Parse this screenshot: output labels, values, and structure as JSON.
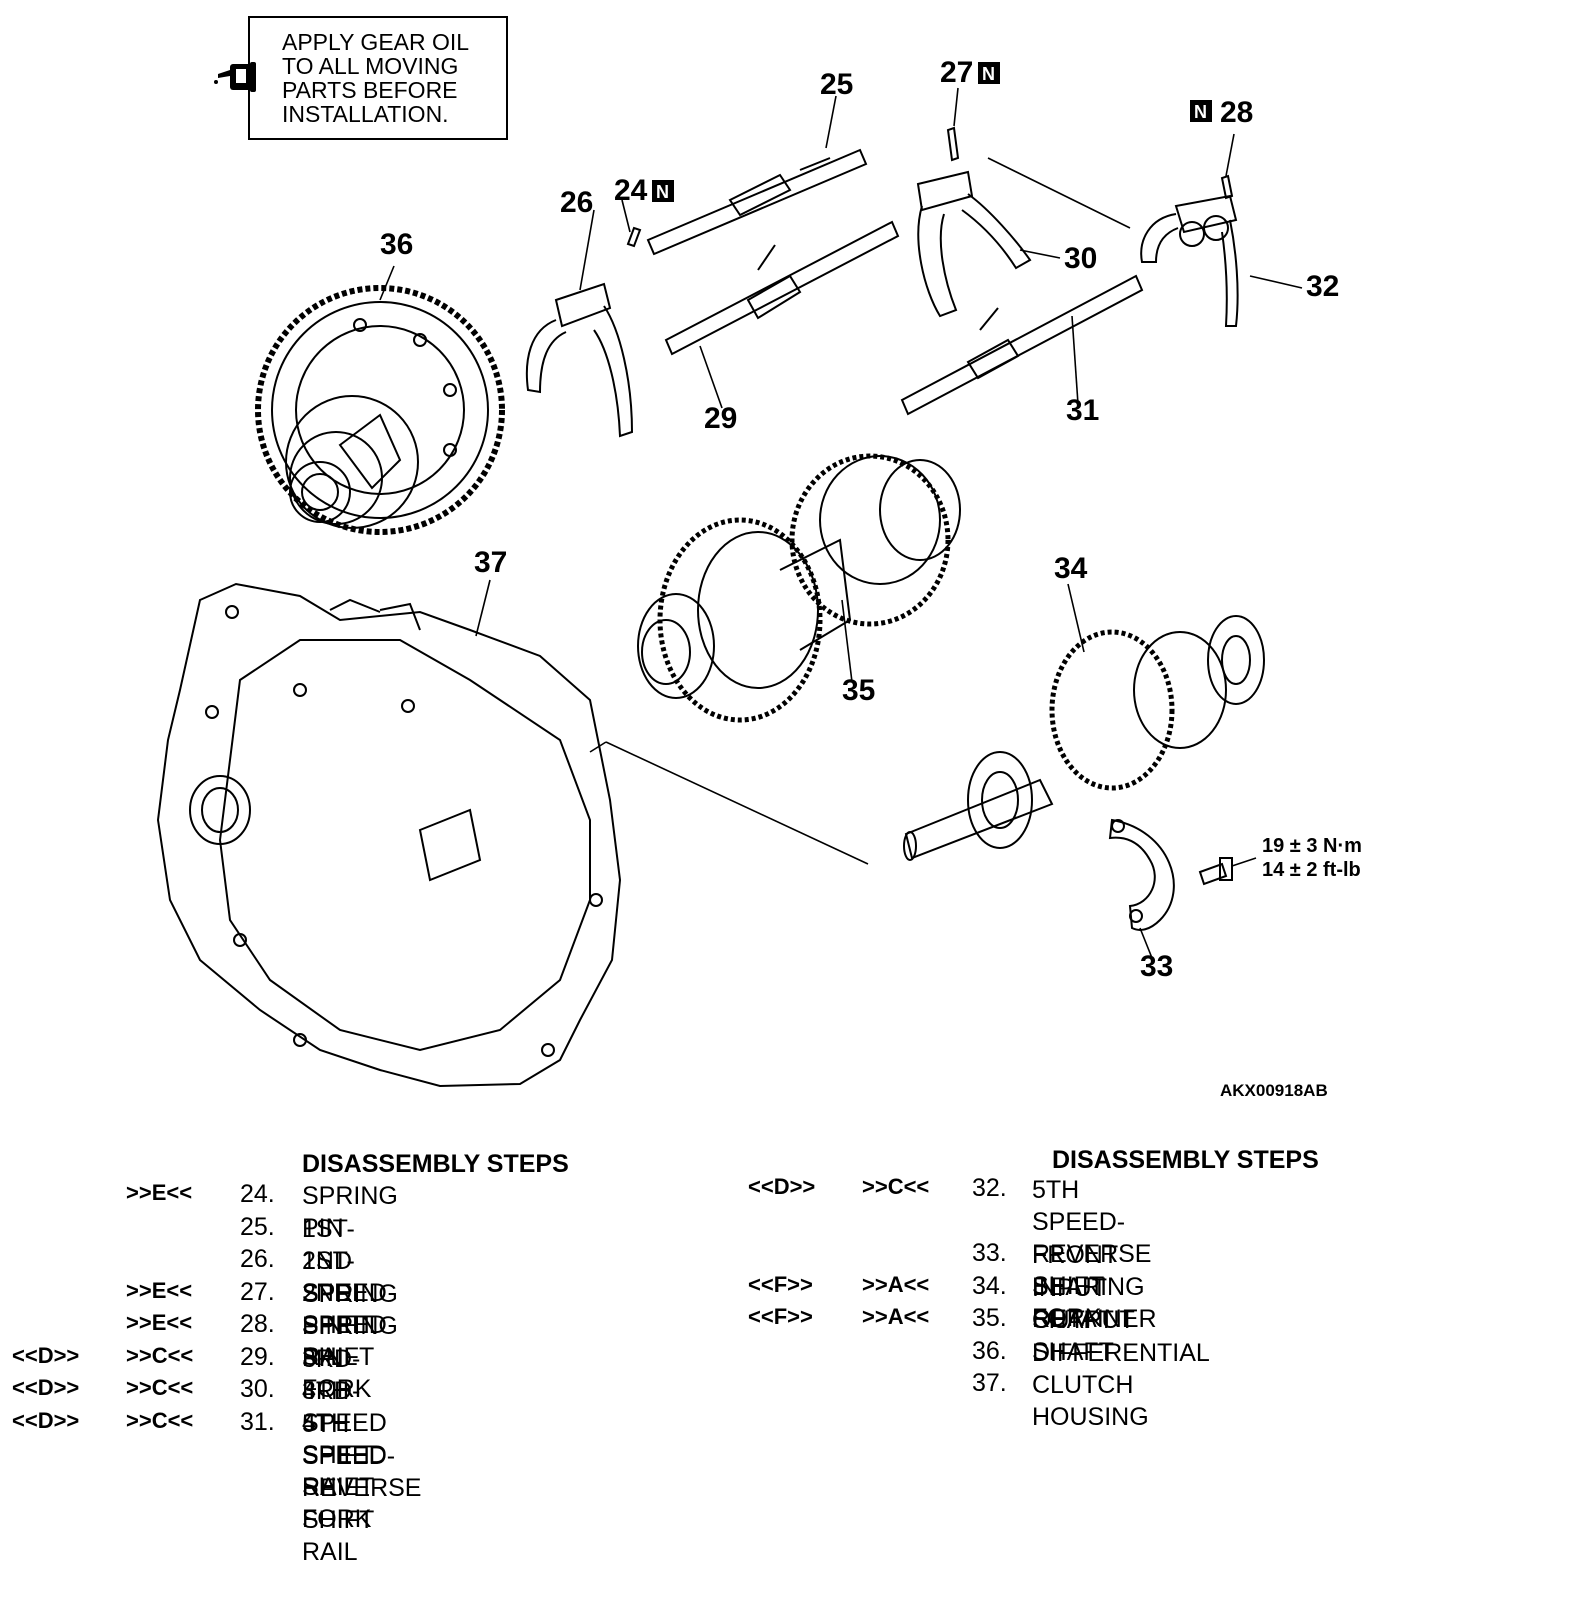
{
  "note": {
    "text": "APPLY GEAR OIL\nTO ALL MOVING\nPARTS BEFORE\nINSTALLATION.",
    "icon": "oil-can-icon"
  },
  "callouts": {
    "c24": "24",
    "c25": "25",
    "c26": "26",
    "c27": "27",
    "c28": "28",
    "c29": "29",
    "c30": "30",
    "c31": "31",
    "c32": "32",
    "c33": "33",
    "c34": "34",
    "c35": "35",
    "c36": "36",
    "c37": "37",
    "new_part_marker": "N"
  },
  "torque": {
    "line1": "19 ± 3 N·m",
    "line2": "14 ± 2 ft-lb"
  },
  "figure_code": "AKX00918AB",
  "steps_left": {
    "header": "DISASSEMBLY STEPS",
    "rows": [
      {
        "rem": "",
        "inst": ">>E<<",
        "num": "24.",
        "name": "SPRING PIN"
      },
      {
        "rem": "",
        "inst": "",
        "num": "25.",
        "name": "1ST-2ND SPEED SHIFT RAIL"
      },
      {
        "rem": "",
        "inst": "",
        "num": "26.",
        "name": "1ST-2ND SPEED SHIFT FORK"
      },
      {
        "rem": "",
        "inst": ">>E<<",
        "num": "27.",
        "name": "SPRING PIN"
      },
      {
        "rem": "",
        "inst": ">>E<<",
        "num": "28.",
        "name": "SPRING PIN"
      },
      {
        "rem": "<<D>>",
        "inst": ">>C<<",
        "num": "29.",
        "name": "3RD-4TH SPEED SHIFT RAIL"
      },
      {
        "rem": "<<D>>",
        "inst": ">>C<<",
        "num": "30.",
        "name": "3RD-4TH SPEED SHIFT FORK"
      },
      {
        "rem": "<<D>>",
        "inst": ">>C<<",
        "num": "31.",
        "name": "5TH SPEED-REVERSE SHIFT\nRAIL"
      }
    ]
  },
  "steps_right": {
    "header": "DISASSEMBLY STEPS",
    "rows": [
      {
        "rem": "<<D>>",
        "inst": ">>C<<",
        "num": "32.",
        "name": "5TH SPEED-REVERSE SHIFT\nFORK"
      },
      {
        "rem": "",
        "inst": "",
        "num": "33.",
        "name": "FRONT BEARING RETAINER"
      },
      {
        "rem": "<<F>>",
        "inst": ">>A<<",
        "num": "34.",
        "name": "INPUT SHAFT"
      },
      {
        "rem": "<<F>>",
        "inst": ">>A<<",
        "num": "35.",
        "name": "OUTPUT SHAFT"
      },
      {
        "rem": "",
        "inst": "",
        "num": "36.",
        "name": "DIFFERENTIAL"
      },
      {
        "rem": "",
        "inst": "",
        "num": "37.",
        "name": "CLUTCH HOUSING"
      }
    ]
  }
}
